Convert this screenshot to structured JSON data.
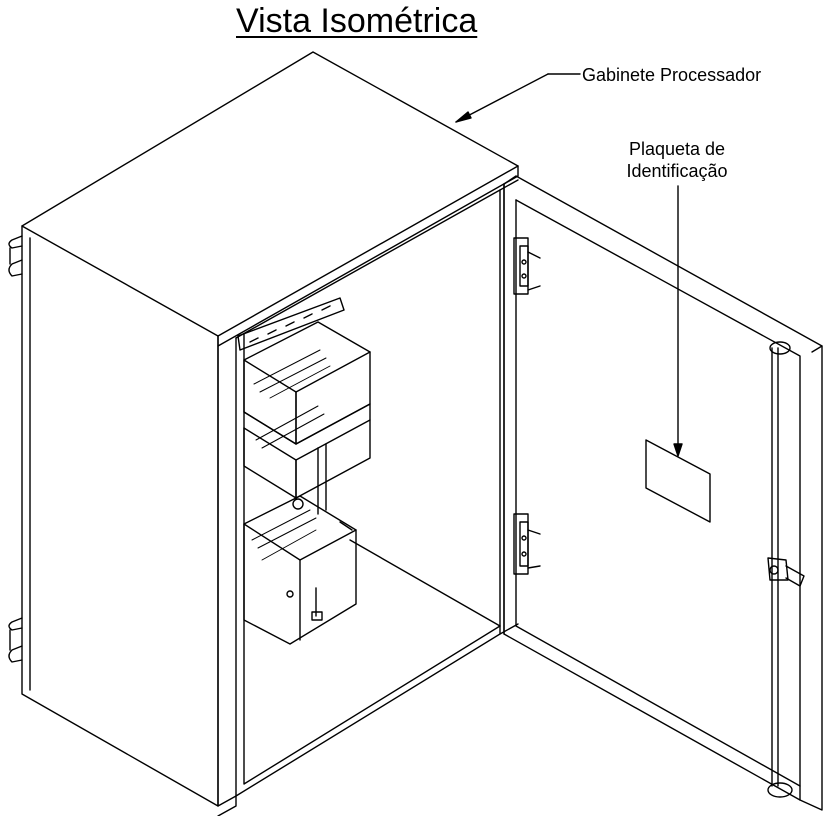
{
  "diagram": {
    "title": "Vista Isométrica",
    "labels": {
      "cabinet": "Gabinete Processador",
      "plate_line1": "Plaqueta de",
      "plate_line2": "Identificação"
    },
    "colors": {
      "line": "#000000",
      "background": "#ffffff"
    }
  }
}
